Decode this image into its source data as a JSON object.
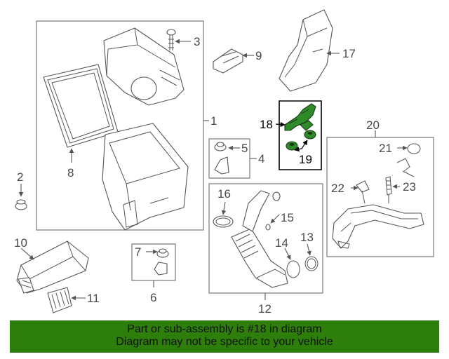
{
  "diagram": {
    "callouts": [
      "1",
      "2",
      "3",
      "4",
      "5",
      "6",
      "7",
      "8",
      "9",
      "10",
      "11",
      "12",
      "13",
      "14",
      "15",
      "16",
      "17",
      "18",
      "19",
      "20",
      "21",
      "22",
      "23"
    ],
    "highlighted_callouts": [
      "18",
      "19"
    ],
    "highlight_color": "#2f8a2a"
  },
  "banner": {
    "line1": "Part or sub-assembly is #18 in diagram",
    "line2": "Diagram may not be specific to your vehicle",
    "background": "#2d7e0a"
  }
}
